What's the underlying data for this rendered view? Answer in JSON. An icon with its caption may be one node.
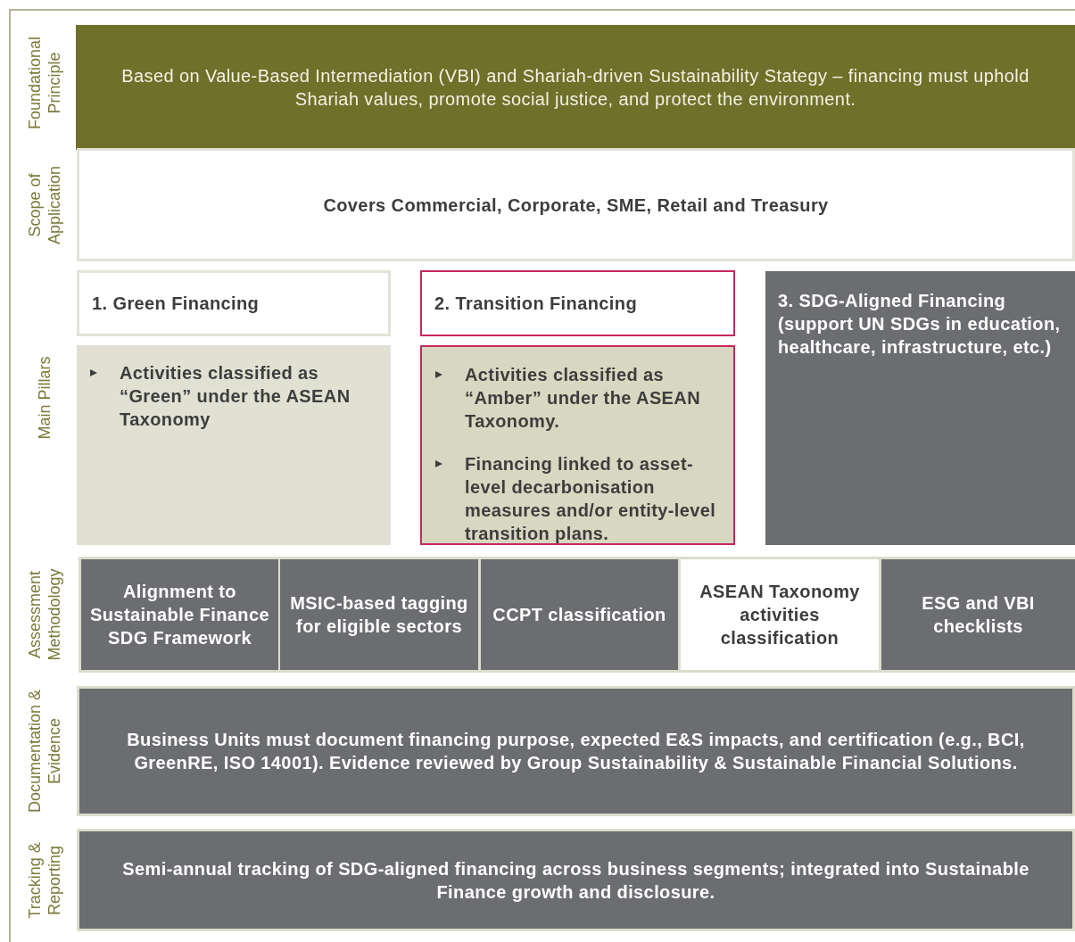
{
  "diagram": {
    "nodes": [
      {
        "text": [
          "Based on Value-Based Intermediation (VBI) and Shariah-driven Sustainability Stategy – financing must uphold Shariah values, promote social justice, and protect the environment."
        ]
      },
      {
        "text": [
          "Covers Commercial, Corporate, SME, Retail and Treasury"
        ]
      },
      {
        "text": [
          "1. Green Financing"
        ]
      },
      {
        "text": [
          "Activities classified as “Green” under the ASEAN Taxonomy"
        ]
      },
      {
        "text": [
          "2. Transition Financing"
        ]
      },
      {
        "text": [
          "Activities classified as “Amber” under the ASEAN Taxonomy.",
          "Financing linked to asset-level decarbonisation measures and/or entity-level transition plans."
        ]
      },
      {
        "text": [
          "3. SDG-Aligned Financing (support UN SDGs in education, healthcare, infrastructure, etc.)"
        ]
      },
      {
        "text": [
          "Alignment to Sustainable Finance SDG Framework"
        ]
      },
      {
        "text": [
          "MSIC-based tagging for eligible sectors"
        ]
      },
      {
        "text": [
          "CCPT classification"
        ]
      },
      {
        "text": [
          "ASEAN Taxonomy activities classification"
        ]
      },
      {
        "text": [
          "ESG and VBI checklists"
        ]
      },
      {
        "text": [
          "Business Units must document financing purpose, expected E&S impacts, and certification (e.g., BCI, GreenRE, ISO 14001). Evidence reviewed by Group Sustainability & Sustainable Financial Solutions."
        ]
      },
      {
        "text": [
          "Semi-annual tracking of SDG-aligned financing across business segments; integrated into Sustainable Finance growth and disclosure."
        ]
      }
    ],
    "labels": [
      "Foundational Principle",
      "Scope of Application",
      "Main Pillars",
      "Assessment Methodology",
      "Documentation & Evidence",
      "Tracking & Reporting"
    ]
  }
}
